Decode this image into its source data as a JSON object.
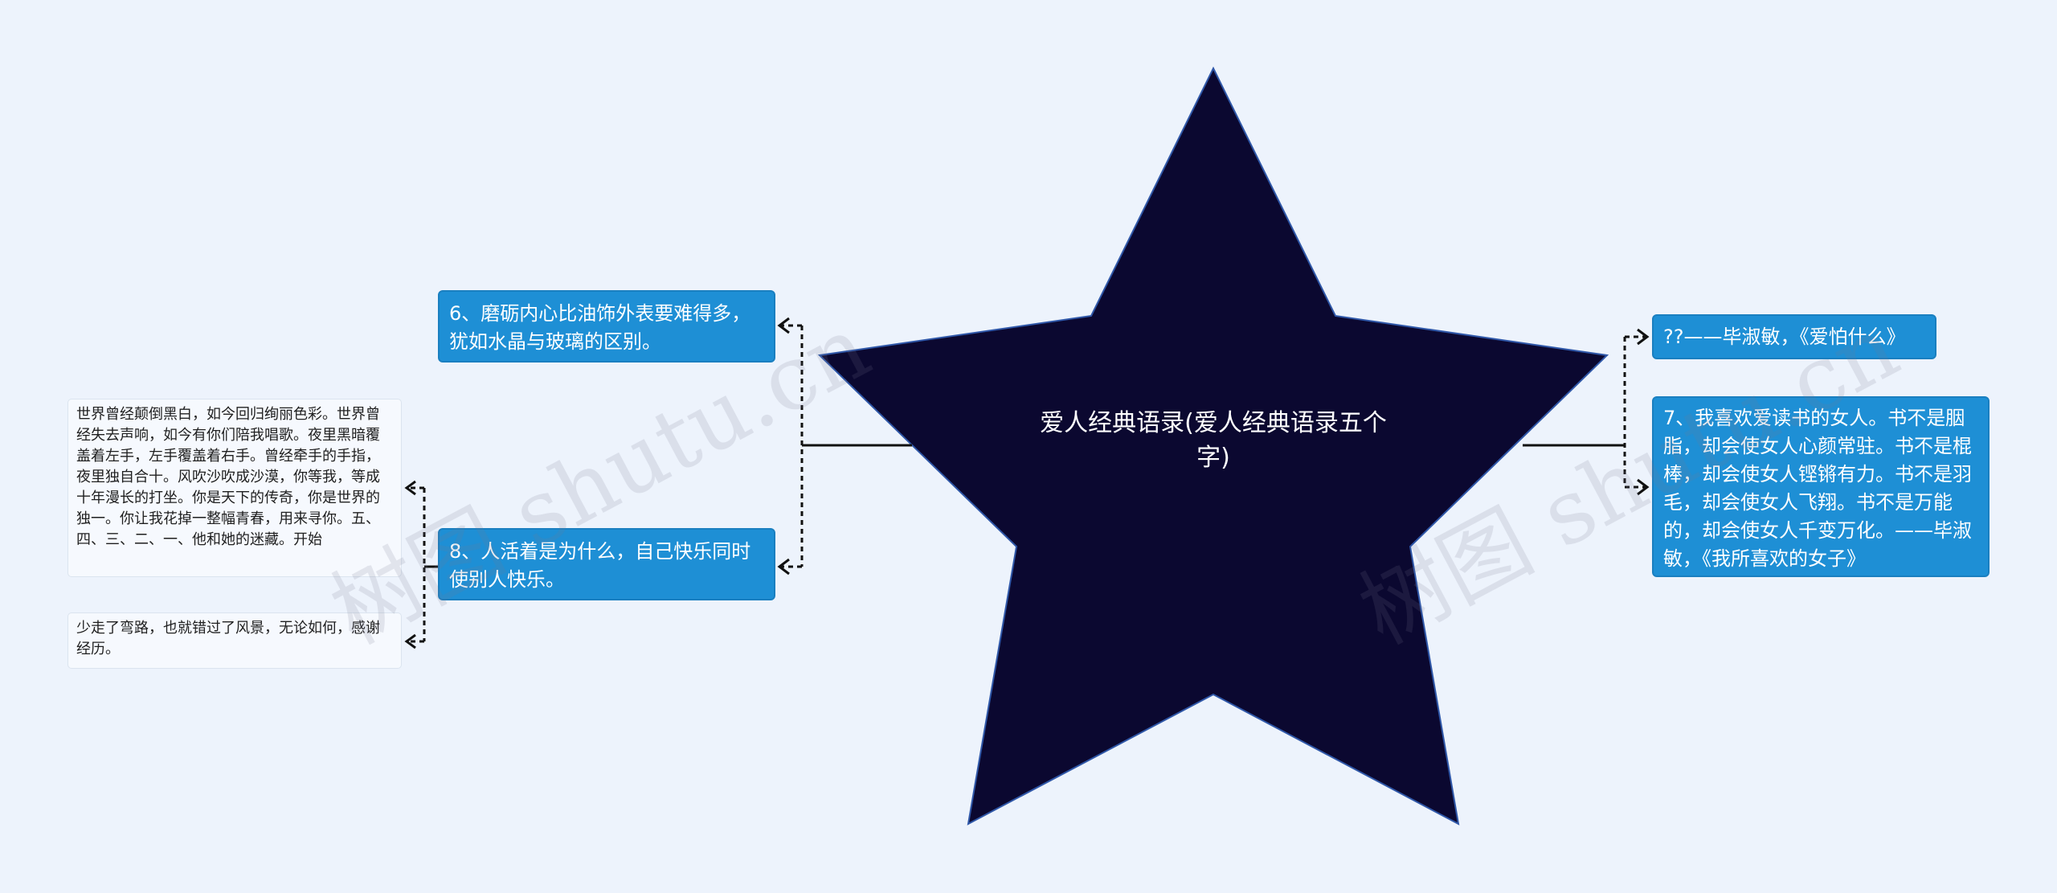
{
  "center": {
    "text": "爱人经典语录(爱人经典语录五个字)",
    "star_color": "#0b0830"
  },
  "left_topics": [
    {
      "text": "6、磨砺内心比油饰外表要难得多，犹如水晶与玻璃的区别。"
    },
    {
      "text": "8、人活着是为什么，自己快乐同时使别人快乐。"
    }
  ],
  "left_leaves": [
    {
      "text": "世界曾经颠倒黑白，如今回归绚丽色彩。世界曾经失去声响，如今有你们陪我唱歌。夜里黑暗覆盖着左手，左手覆盖着右手。曾经牵手的手指，夜里独自合十。风吹沙吹成沙漠，你等我，等成十年漫长的打坐。你是天下的传奇，你是世界的独一。你让我花掉一整幅青春，用来寻你。五、四、三、二、一、他和她的迷藏。开始"
    },
    {
      "text": "少走了弯路，也就错过了风景，无论如何，感谢经历。"
    }
  ],
  "right_topics": [
    {
      "text": "??——毕淑敏，《爱怕什么》"
    },
    {
      "text": "7、我喜欢爱读书的女人。书不是胭脂，却会使女人心颜常驻。书不是棍棒，却会使女人铿锵有力。书不是羽毛，却会使女人飞翔。书不是万能的，却会使女人千变万化。——毕淑敏，《我所喜欢的女子》"
    }
  ],
  "watermarks": [
    "树图 shutu.cn",
    "树图 shutu.cn"
  ],
  "colors": {
    "background": "#edf3fc",
    "topic_fill": "#1e8fd5",
    "connector": "#111111"
  }
}
